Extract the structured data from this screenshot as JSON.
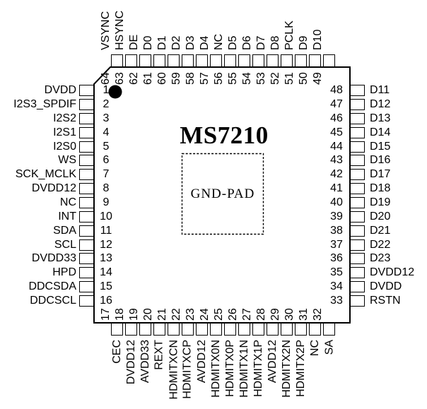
{
  "title": "MS7210",
  "gnd_pad_label": "GND-PAD",
  "colors": {
    "ink": "#000000",
    "bg": "#ffffff"
  },
  "pins": {
    "left": [
      {
        "num": "1",
        "label": "DVDD"
      },
      {
        "num": "2",
        "label": "I2S3_SPDIF"
      },
      {
        "num": "3",
        "label": "I2S2"
      },
      {
        "num": "4",
        "label": "I2S1"
      },
      {
        "num": "5",
        "label": "I2S0"
      },
      {
        "num": "6",
        "label": "WS"
      },
      {
        "num": "7",
        "label": "SCK_MCLK"
      },
      {
        "num": "8",
        "label": "DVDD12"
      },
      {
        "num": "9",
        "label": "NC"
      },
      {
        "num": "10",
        "label": "INT"
      },
      {
        "num": "11",
        "label": "SDA"
      },
      {
        "num": "12",
        "label": "SCL"
      },
      {
        "num": "13",
        "label": "DVDD33"
      },
      {
        "num": "14",
        "label": "HPD"
      },
      {
        "num": "15",
        "label": "DDCSDA"
      },
      {
        "num": "16",
        "label": "DDCSCL"
      }
    ],
    "bottom": [
      {
        "num": "17",
        "label": "CEC"
      },
      {
        "num": "18",
        "label": "DVDD12"
      },
      {
        "num": "19",
        "label": "AVDD33"
      },
      {
        "num": "20",
        "label": "REXT"
      },
      {
        "num": "21",
        "label": "HDMITXCN"
      },
      {
        "num": "22",
        "label": "HDMITXCP"
      },
      {
        "num": "23",
        "label": "AVDD12"
      },
      {
        "num": "24",
        "label": "HDMITX0N"
      },
      {
        "num": "25",
        "label": "HDMITX0P"
      },
      {
        "num": "26",
        "label": "HDMITX1N"
      },
      {
        "num": "27",
        "label": "HDMITX1P"
      },
      {
        "num": "28",
        "label": "AVDD12"
      },
      {
        "num": "29",
        "label": "HDMITX2N"
      },
      {
        "num": "30",
        "label": "HDMITX2P"
      },
      {
        "num": "31",
        "label": "NC"
      },
      {
        "num": "32",
        "label": "SA"
      }
    ],
    "right": [
      {
        "num": "33",
        "label": "RSTN"
      },
      {
        "num": "34",
        "label": "DVDD"
      },
      {
        "num": "35",
        "label": "DVDD12"
      },
      {
        "num": "36",
        "label": "D23"
      },
      {
        "num": "37",
        "label": "D22"
      },
      {
        "num": "38",
        "label": "D21"
      },
      {
        "num": "39",
        "label": "D20"
      },
      {
        "num": "40",
        "label": "D19"
      },
      {
        "num": "41",
        "label": "D18"
      },
      {
        "num": "42",
        "label": "D17"
      },
      {
        "num": "43",
        "label": "D16"
      },
      {
        "num": "44",
        "label": "D15"
      },
      {
        "num": "45",
        "label": "D14"
      },
      {
        "num": "46",
        "label": "D13"
      },
      {
        "num": "47",
        "label": "D12"
      },
      {
        "num": "48",
        "label": "D11"
      }
    ],
    "top": [
      {
        "num": "49",
        "label": "D10"
      },
      {
        "num": "50",
        "label": "D9"
      },
      {
        "num": "51",
        "label": "PCLK"
      },
      {
        "num": "52",
        "label": "D8"
      },
      {
        "num": "53",
        "label": "D7"
      },
      {
        "num": "54",
        "label": "D6"
      },
      {
        "num": "55",
        "label": "D5"
      },
      {
        "num": "56",
        "label": "NC"
      },
      {
        "num": "57",
        "label": "D4"
      },
      {
        "num": "58",
        "label": "D3"
      },
      {
        "num": "59",
        "label": "D2"
      },
      {
        "num": "60",
        "label": "D1"
      },
      {
        "num": "61",
        "label": "D0"
      },
      {
        "num": "62",
        "label": "DE"
      },
      {
        "num": "63",
        "label": "HSYNC"
      },
      {
        "num": "64",
        "label": "VSYNC"
      }
    ]
  }
}
